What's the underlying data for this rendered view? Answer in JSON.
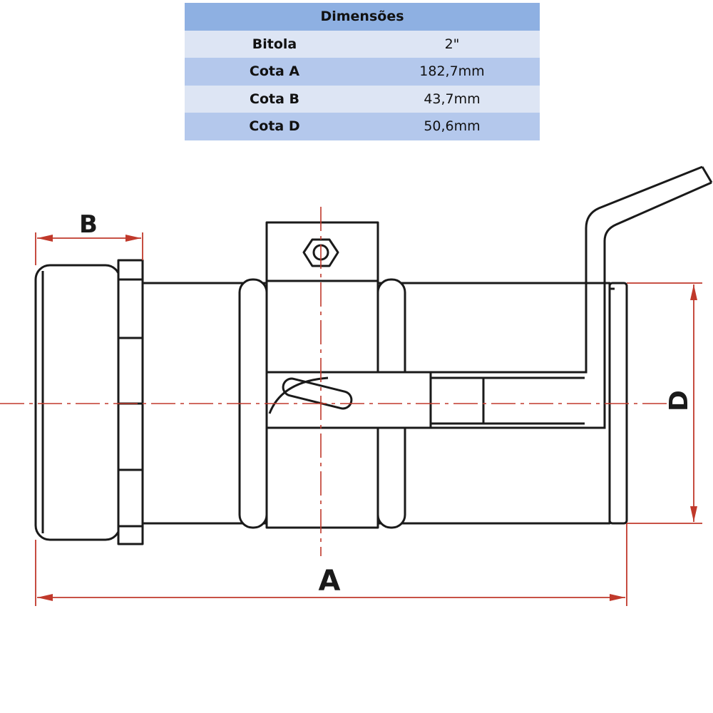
{
  "table": {
    "title": "Dimensões",
    "rows": [
      {
        "label": "Bitola",
        "value": "2\""
      },
      {
        "label": "Cota A",
        "value": "182,7mm"
      },
      {
        "label": "Cota B",
        "value": "43,7mm"
      },
      {
        "label": "Cota D",
        "value": "50,6mm"
      }
    ]
  },
  "drawing": {
    "labels": {
      "a": "A",
      "b": "B",
      "d": "D"
    },
    "colors": {
      "outline": "#1a1a1a",
      "centerline": "#c0392b",
      "dimension": "#c0392b",
      "header": "#8eb0e2",
      "row_light": "#dde5f4",
      "row_mid": "#b4c8ec"
    }
  }
}
